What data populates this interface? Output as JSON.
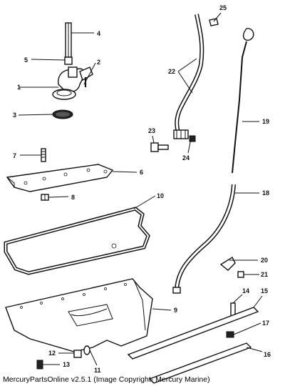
{
  "diagram": {
    "callouts": [
      "1",
      "2",
      "3",
      "4",
      "5",
      "6",
      "7",
      "8",
      "9",
      "10",
      "11",
      "12",
      "13",
      "14",
      "15",
      "16",
      "17",
      "18",
      "19",
      "20",
      "21",
      "22",
      "23",
      "24",
      "25"
    ]
  },
  "footer": {
    "caption": "MercuryPartsOnline v2.5.1 (Image Copyright- Mercury Marine)"
  }
}
